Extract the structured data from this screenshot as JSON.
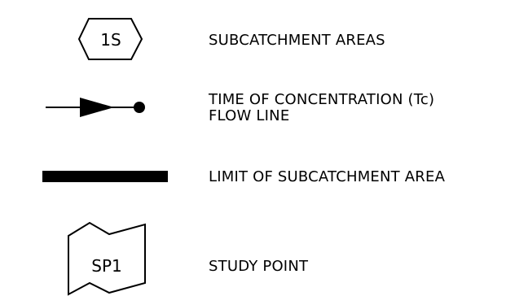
{
  "colors": {
    "background": "#ffffff",
    "ink": "#000000"
  },
  "legend": {
    "items": [
      {
        "symbol": "hexagon",
        "symbol_text": "1S",
        "label": "SUBCATCHMENT AREAS"
      },
      {
        "symbol": "arrow-line-with-dot",
        "label_lines": [
          "TIME OF CONCENTRATION (Tc)",
          "FLOW LINE"
        ]
      },
      {
        "symbol": "thick-bar",
        "label": "LIMIT OF SUBCATCHMENT AREA"
      },
      {
        "symbol": "study-point-flag",
        "symbol_text": "SP1",
        "label": "STUDY POINT"
      }
    ]
  }
}
